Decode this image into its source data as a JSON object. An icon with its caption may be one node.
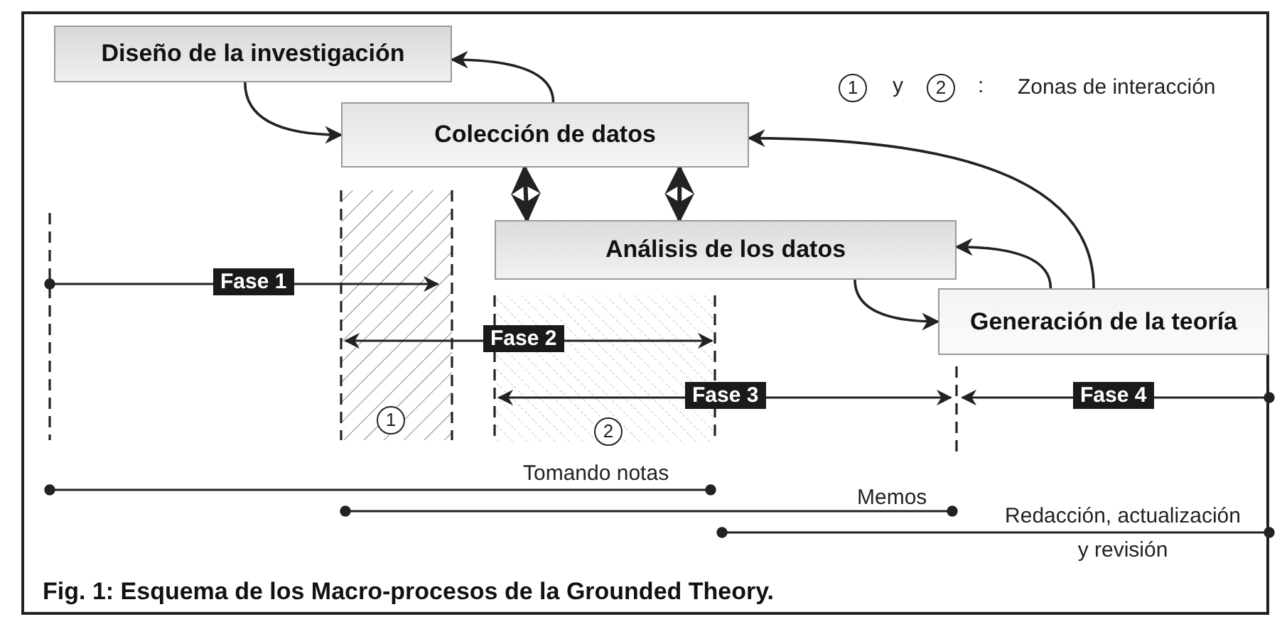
{
  "diagram": {
    "caption": "Fig. 1: Esquema de los Macro-procesos de la Grounded Theory.",
    "nodes": [
      {
        "text": [
          "Diseño de la investigación"
        ]
      },
      {
        "text": [
          "Colección de datos"
        ]
      },
      {
        "text": [
          "Análisis de los datos"
        ]
      },
      {
        "text": [
          "Generación de la teoría"
        ]
      }
    ],
    "edges": [
      {
        "from": 0,
        "to": 1,
        "arrow": "to"
      },
      {
        "from": 1,
        "to": 0,
        "arrow": "to"
      },
      {
        "from": 1,
        "to": 2,
        "arrow": "both"
      },
      {
        "from": 1,
        "to": 2,
        "arrow": "both"
      },
      {
        "from": 2,
        "to": 3,
        "arrow": "to"
      },
      {
        "from": 3,
        "to": 2,
        "arrow": "to"
      },
      {
        "from": 3,
        "to": 1,
        "arrow": "to"
      }
    ],
    "labels": [
      "1",
      "y",
      "2",
      ":",
      "Zonas de interacción",
      "Fase 1",
      "Fase 2",
      "Fase 3",
      "Fase 4",
      "1",
      "2",
      "Tomando notas",
      "Memos",
      "Redacción, actualización y revisión"
    ]
  }
}
